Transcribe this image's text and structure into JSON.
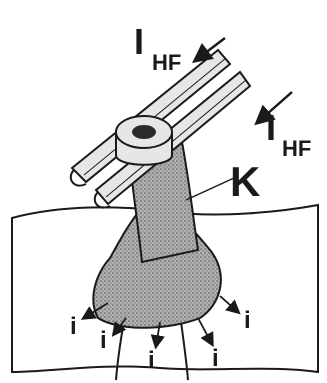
{
  "labels": {
    "current_top_main": "I",
    "current_top_sub": "HF",
    "current_right_main": "I",
    "current_right_sub": "HF",
    "clamp": "K",
    "leak_current": "i"
  },
  "colors": {
    "ink": "#1a1a1a",
    "stipple_fill": "#9a9a9a",
    "pipe_fill": "#e6e6e6",
    "background": "#ffffff"
  },
  "icons": {
    "arrow_style": "single-head line arrow"
  }
}
